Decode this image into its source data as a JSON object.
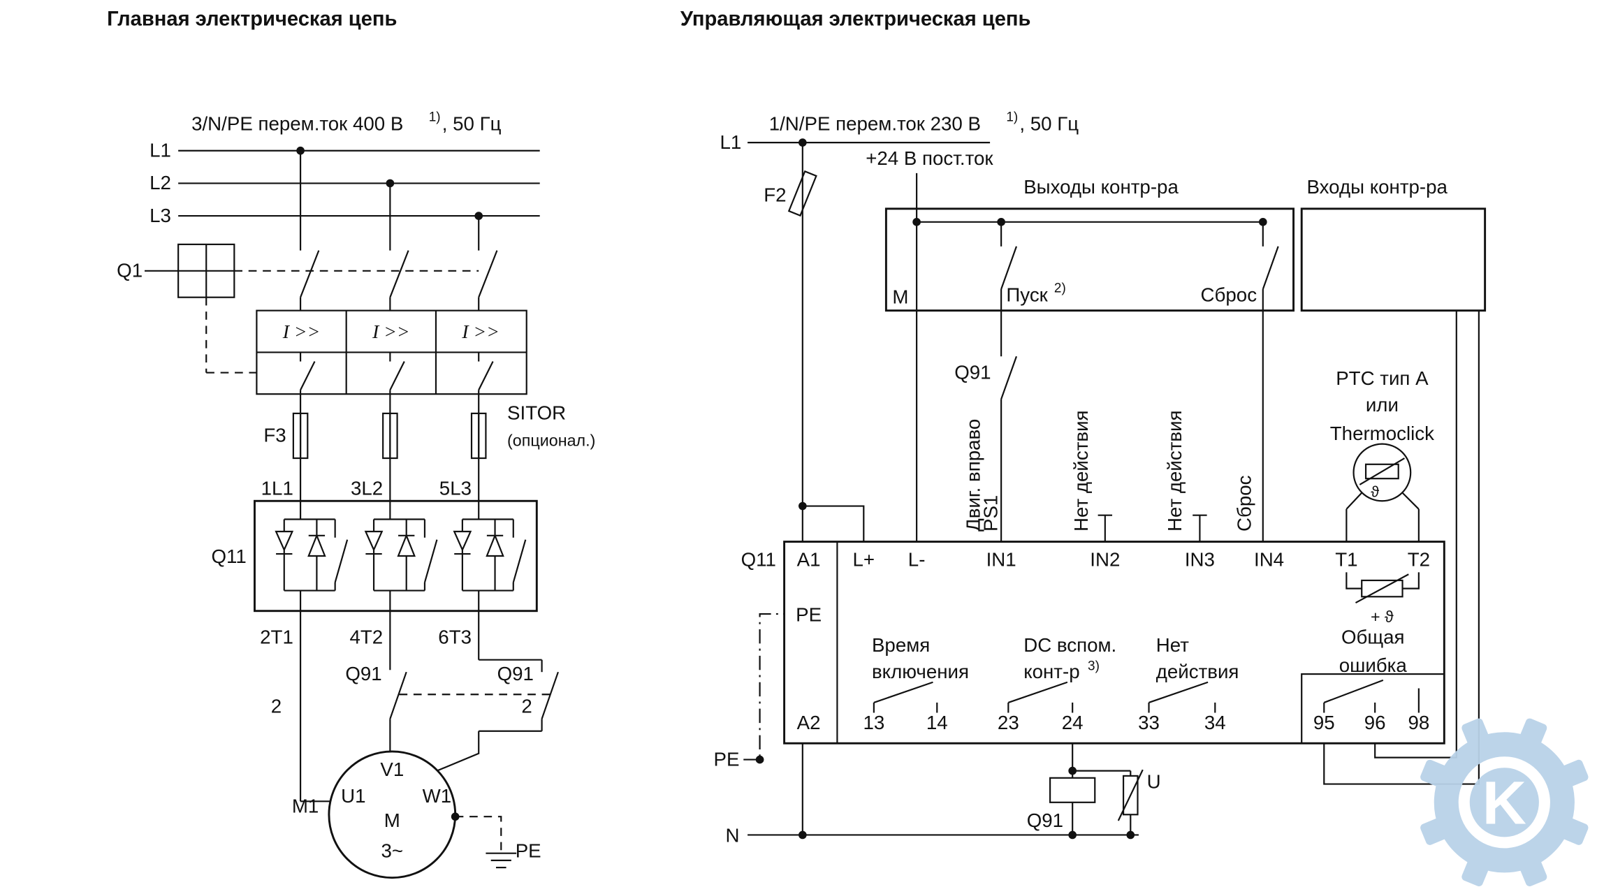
{
  "main": {
    "title": "Главная электрическая цепь",
    "supply": {
      "main": "3/N/PE перем.ток 400 В",
      "sup": "1)",
      "tail": ", 50 Гц"
    },
    "l1": "L1",
    "l2": "L2",
    "l3": "L3",
    "q1": "Q1",
    "trip1": "I >>",
    "trip2": "I >>",
    "trip3": "I >>",
    "f3": "F3",
    "sitor": "SITOR",
    "sitor_note": "(опционал.)",
    "in1": "1L1",
    "in2": "3L2",
    "in3": "5L3",
    "q11": "Q11",
    "out1": "2T1",
    "out2": "4T2",
    "out3": "6T3",
    "q91a": "Q91",
    "q91b": "Q91",
    "wire2a": "2",
    "wire2b": "2",
    "u1": "U1",
    "v1": "V1",
    "w1": "W1",
    "m1": "M1",
    "motor": "M",
    "motor_ph": "3~",
    "pe": "PE"
  },
  "control": {
    "title": "Управляющая электрическая цепь",
    "supply": {
      "main": "1/N/PE перем.ток 230 В",
      "sup": "1)",
      "tail": ", 50 Гц"
    },
    "l1": "L1",
    "f2": "F2",
    "dc": "+24 В пост.ток",
    "outputs_title": "Выходы контр-ра",
    "inputs_title": "Входы контр-ра",
    "m": "M",
    "start": "Пуск",
    "start_sup": "2)",
    "reset": "Сброс",
    "q91": "Q91",
    "sig1a": "Двиг. вправо",
    "sig1b": "PS1",
    "sig2": "Нет действия",
    "sig3": "Нет действия",
    "sig4": "Сброс",
    "ptc1": "PTC тип А",
    "ptc2": "или",
    "ptc3": "Thermoclick",
    "theta": "ϑ",
    "theta2": "+ ϑ",
    "q11": "Q11",
    "a1": "A1",
    "lp": "L+",
    "lm": "L-",
    "tin1": "IN1",
    "tin2": "IN2",
    "tin3": "IN3",
    "tin4": "IN4",
    "t1": "T1",
    "t2": "T2",
    "pe_t": "PE",
    "a2": "A2",
    "n13": "13",
    "n14": "14",
    "n23": "23",
    "n24": "24",
    "n33": "33",
    "n34": "34",
    "n95": "95",
    "n96": "96",
    "n98": "98",
    "o1a": "Время",
    "o1b": "включения",
    "o2a": "DC вспом.",
    "o2b": "конт-р",
    "o2sup": "3)",
    "o3a": "Нет",
    "o3b": "действия",
    "o4a": "Общая",
    "o4b": "ошибка",
    "pe2": "PE",
    "n": "N",
    "q91c": "Q91",
    "u": "U"
  },
  "watermark": {
    "letter": "K"
  }
}
